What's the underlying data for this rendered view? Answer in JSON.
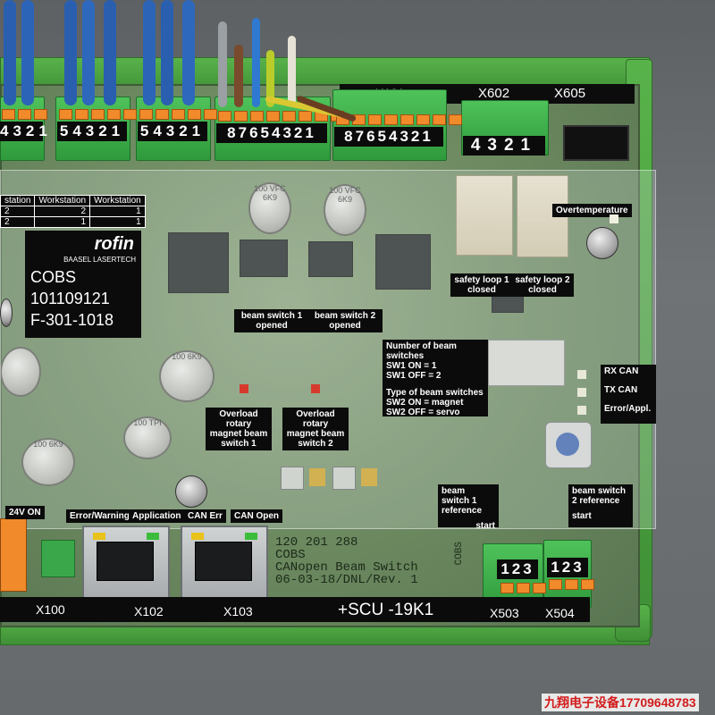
{
  "terminal_headers": {
    "x100": "X100",
    "x102": "X102",
    "x103": "X103",
    "x503": "X503",
    "x504": "X504",
    "x602": "X602",
    "x605": "X605",
    "x101": "X101",
    "scu": "+SCU -19K1"
  },
  "terminal_numbers": {
    "block1": "4321",
    "block2": "54321",
    "block3": "54321",
    "block4": "87654321",
    "block5": "87654321",
    "block6": "4321",
    "block7": "123",
    "block8": "123"
  },
  "product_label": {
    "brand": "rofin",
    "sub_brand": "BAASEL LASERTECH",
    "model": "COBS",
    "part_number": "101109121",
    "serial": "F-301-1018"
  },
  "workstation_table": {
    "headers": [
      "station",
      "Workstation",
      "Workstation"
    ],
    "row1": [
      "2",
      "2",
      "1"
    ],
    "row2": [
      "2",
      "1",
      "1"
    ]
  },
  "indicators": {
    "overtemperature": "Overtemperature",
    "safety_loop_1": "safety loop 1 closed",
    "safety_loop_2": "safety loop 2 closed",
    "beam_switch_1_opened": "beam switch 1 opened",
    "beam_switch_2_opened": "beam switch 2 opened",
    "overload_1": "Overload rotary magnet beam switch 1",
    "overload_2": "Overload rotary magnet beam switch 2",
    "rx_can": "RX CAN",
    "tx_can": "TX CAN",
    "error_appl": "Error/Appl.",
    "beam_switch_1_ref": "beam switch 1 reference",
    "beam_switch_2_ref": "beam switch 2 reference",
    "start_1": "start",
    "start_2": "start"
  },
  "dip_info": {
    "line1": "Number of beam switches",
    "line2": "SW1 ON = 1",
    "line3": "SW1 OFF = 2",
    "line4": "Type of beam switches",
    "line5": "SW2 ON = magnet",
    "line6": "SW2 OFF = servo"
  },
  "status_row": {
    "v24_on": "24V ON",
    "error_warning": "Error/Warning",
    "application": "Application",
    "can_err": "CAN Err",
    "can_open": "CAN Open"
  },
  "capacitors": {
    "cap_a": "100 VFC 6K9",
    "cap_b": "100 VFC 6K9",
    "cap_c": "100 6K9",
    "cap_d": "100 TPI",
    "cap_e": "100 6K9"
  },
  "silkscreen": {
    "line1": "120 201 288",
    "line2": "COBS",
    "line3": "CANopen Beam Switch",
    "line4": "06-03-18/DNL/Rev. 1",
    "side": "COBS"
  },
  "watermark": "九翔电子设备17709648783"
}
